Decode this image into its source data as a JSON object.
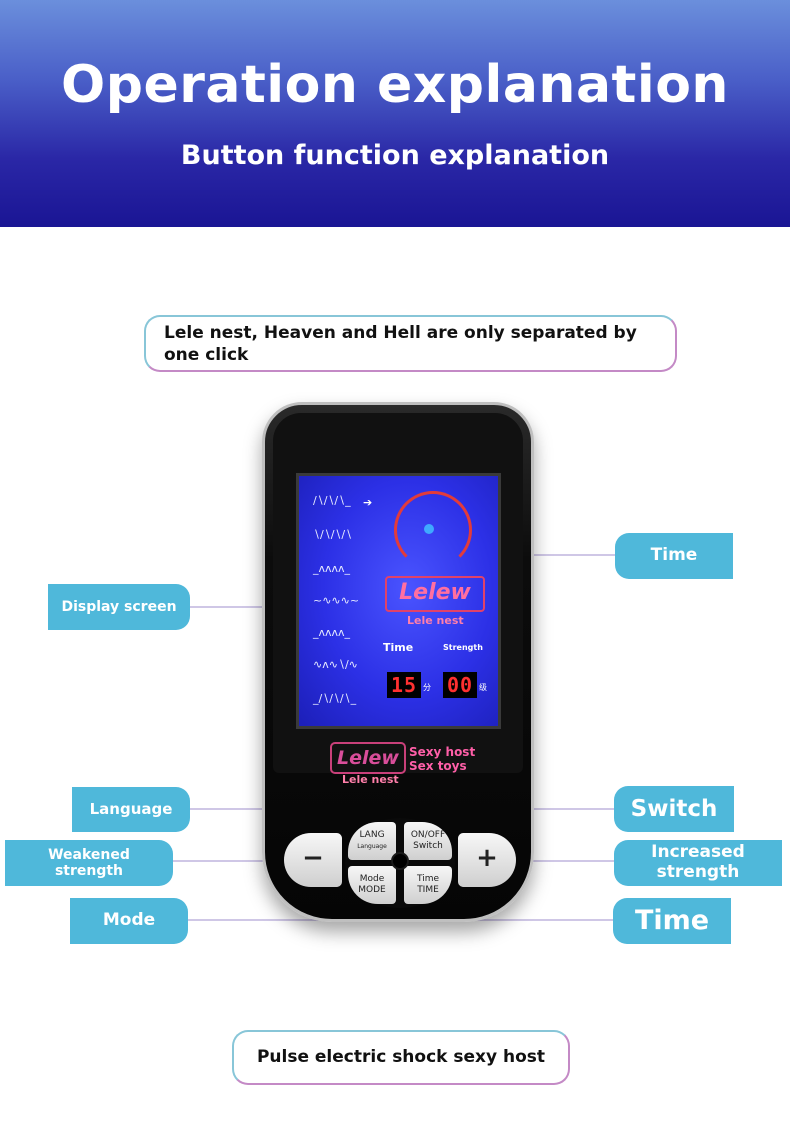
{
  "banner": {
    "title": "Operation explanation",
    "subtitle": "Button function explanation"
  },
  "top_note": "Lele nest, Heaven and Hell are only separated by one click",
  "bottom_note": "Pulse electric shock sexy host",
  "labels": {
    "display_screen": "Display screen",
    "time_top": "Time",
    "language": "Language",
    "switch": "Switch",
    "weakened_strength": "Weakened strength",
    "increased_strength": "Increased strength",
    "mode": "Mode",
    "time_bottom": "Time"
  },
  "screen": {
    "logo": "Lelew",
    "brand": "Lele nest",
    "time_label": "Time",
    "strength_label": "Strength",
    "time_value": "15",
    "time_unit": "分",
    "strength_value": "00",
    "strength_unit": "级"
  },
  "device": {
    "logo": "Lelew",
    "brand": "Lele nest",
    "host_line1": "Sexy host",
    "host_line2": "Sex toys"
  },
  "buttons": {
    "lang": "LANG",
    "lang_sub": "Language",
    "onoff": "ON/OFF",
    "onoff_sub": "Switch",
    "mode": "Mode",
    "mode_sub": "MODE",
    "time": "Time",
    "time_sub": "TIME",
    "minus": "−",
    "plus": "+"
  },
  "colors": {
    "banner_top": "#6b8fdc",
    "banner_bottom": "#1a1594",
    "tag": "#4fb8da",
    "screen": "#2c30e6",
    "segment": "#ff3030"
  }
}
